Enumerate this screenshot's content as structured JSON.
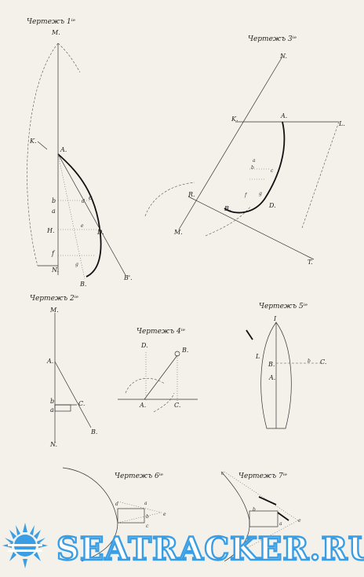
{
  "figures": {
    "fig1": {
      "caption": "Чертежъ 1ⁱᵉ",
      "labels": {
        "M": "M.",
        "K": "K.",
        "A": "A.",
        "b": "b",
        "a": "a",
        "c": "c",
        "d": "d",
        "e": "e",
        "f": "f",
        "g": "g",
        "D": "D.",
        "H": "H.",
        "N": "N.",
        "B": "B.",
        "B1": "B'."
      }
    },
    "fig2": {
      "caption": "Чертежъ 2ⁱᵉ",
      "labels": {
        "M": "M.",
        "A": "A.",
        "b": "b",
        "a": "a",
        "C": "C.",
        "B": "B.",
        "N": "N."
      }
    },
    "fig3": {
      "caption": "Чертежъ 3ⁱᵉ",
      "labels": {
        "N": "N.",
        "K": "K.",
        "A": "A.",
        "L": "L.",
        "a": "a",
        "b": "b",
        "c": "c",
        "f": "f",
        "g": "g",
        "R": "R.",
        "B": "B.",
        "D": "D.",
        "M": "M.",
        "T": "T."
      }
    },
    "fig4": {
      "caption": "Чертежъ 4ⁱᵉ",
      "labels": {
        "D": "D.",
        "B": "B.",
        "A": "A.",
        "C": "C."
      }
    },
    "fig5": {
      "caption": "Чертежъ 5ⁱᵉ",
      "labels": {
        "I": "I",
        "L": "L",
        "B": "B.",
        "b": "b",
        "C": "C.",
        "A": "A."
      }
    },
    "fig6": {
      "caption": "Чертежъ 6ⁱᵉ",
      "labels": {
        "d": "d",
        "a": "a",
        "b": "b",
        "c": "c",
        "e": "e"
      }
    },
    "fig7": {
      "caption": "Чертежъ 7ⁱᵉ",
      "labels": {
        "c": "c",
        "b": "b",
        "a": "a",
        "e": "e"
      }
    }
  },
  "watermark": {
    "text": "SEATRACKER.RU",
    "sun_color": "#3a9ee4"
  }
}
